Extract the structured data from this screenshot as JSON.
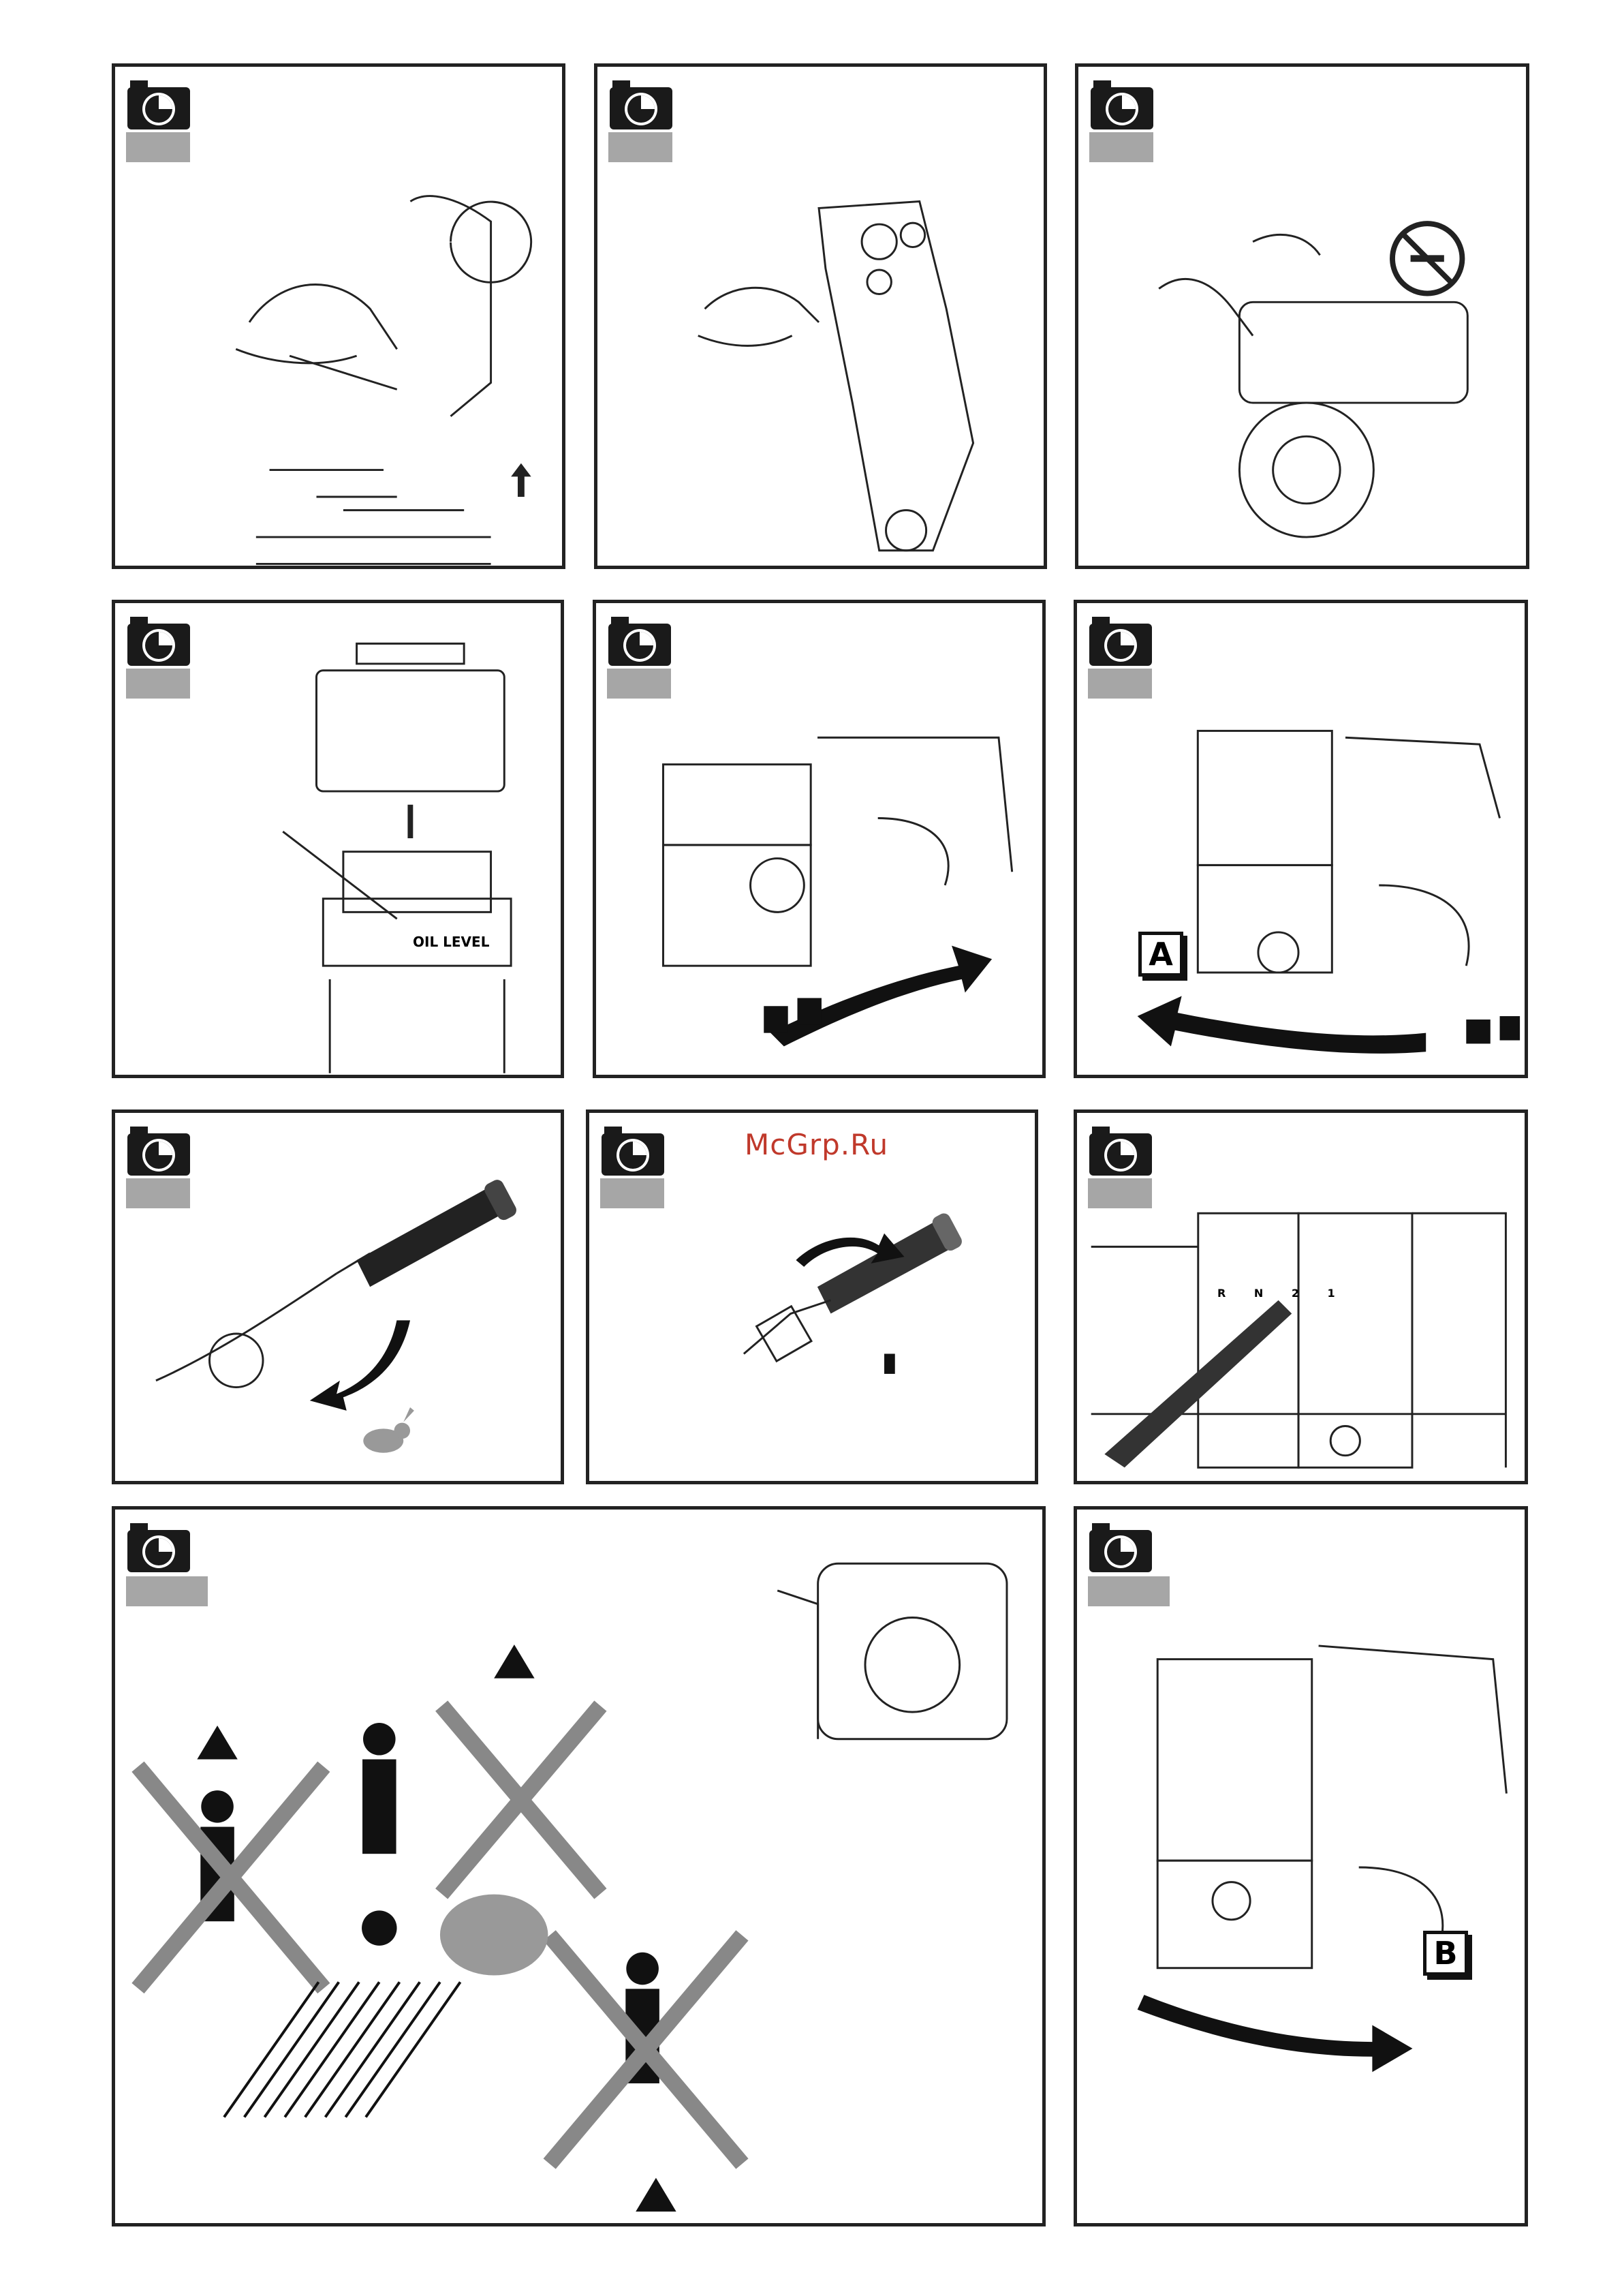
{
  "watermark": "McGrp.Ru",
  "labels": {
    "oil_level": "OIL LEVEL",
    "gear_positions": "R N 2 1",
    "marker_a": "A",
    "marker_b": "B"
  },
  "footer": "",
  "icons": [
    "camera-icon",
    "no-smoking-icon",
    "hare-icon",
    "warning-icon",
    "rotate-arrow-icon"
  ]
}
